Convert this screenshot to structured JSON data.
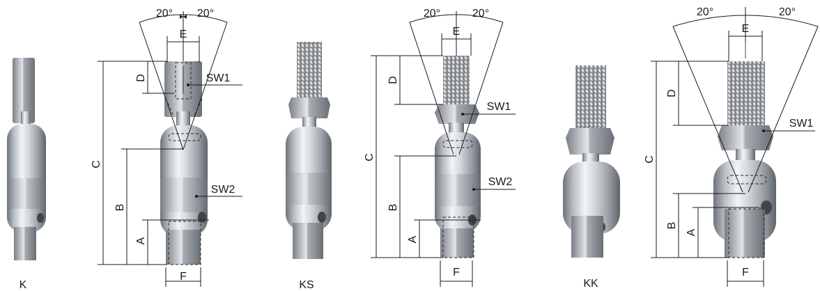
{
  "variants": [
    {
      "code": "K"
    },
    {
      "code": "KS"
    },
    {
      "code": "KK"
    }
  ],
  "dimension_labels": {
    "A": "A",
    "B": "B",
    "C": "C",
    "D": "D",
    "E": "E",
    "F": "F",
    "SW1": "SW1",
    "SW2": "SW2"
  },
  "angle_labels": {
    "left": "20°",
    "right": "20°"
  },
  "colors": {
    "metal_light": "#f2f4f6",
    "metal_mid": "#b9bec4",
    "metal_dark": "#6e737a",
    "line": "#1a1a1a"
  }
}
